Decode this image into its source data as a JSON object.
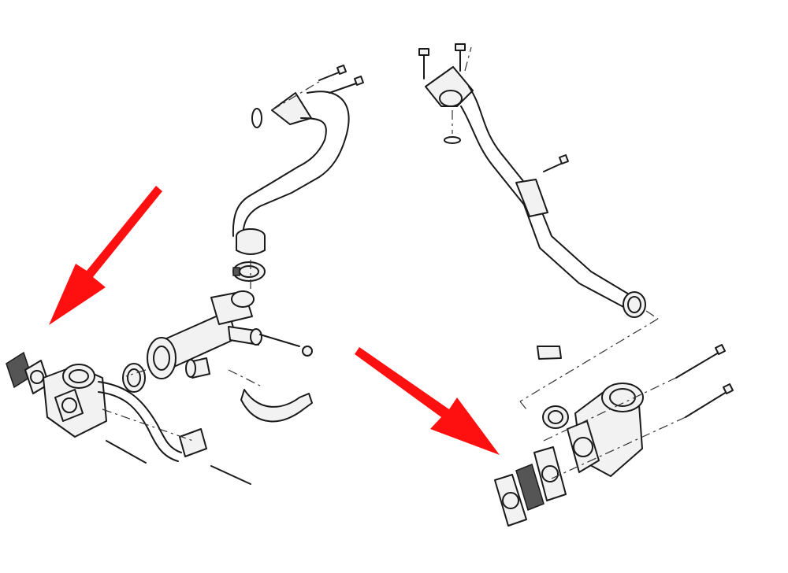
{
  "diagram": {
    "colors": {
      "background": "#ffffff",
      "line": "#1a1a1a",
      "part_fill": "#f2f2f2",
      "arrow": "#ff1010"
    },
    "arrows": [
      {
        "name": "left-red-arrow",
        "points_to": "egr-valve-left"
      },
      {
        "name": "right-red-arrow",
        "points_to": "egr-gasket-right"
      }
    ]
  }
}
